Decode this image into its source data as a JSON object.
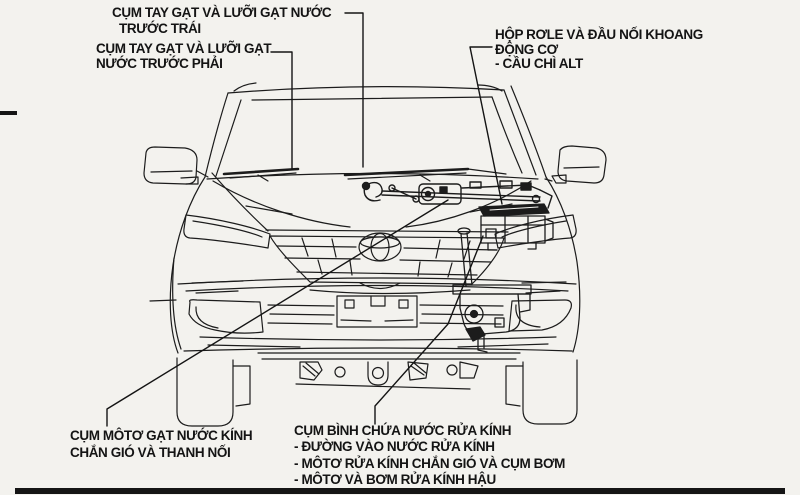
{
  "page": {
    "background_color": "#f3f2ee",
    "ink_color": "#1c1c1c"
  },
  "diagram": {
    "subject": "front-view-vehicle-wiper-washer-components",
    "emblem_icon": "toyota-emblem"
  },
  "labels": {
    "front_left_wiper": {
      "lines": [
        "CỤM TAY GẠT VÀ LƯỠI GẠT NƯỚC",
        "TRƯỚC TRÁI"
      ]
    },
    "front_right_wiper": {
      "lines": [
        "CỤM TAY GẠT VÀ LƯỠI GẠT",
        "NƯỚC TRƯỚC PHẢI"
      ]
    },
    "relay_box": {
      "lines": [
        "HỘP RƠLE VÀ ĐẦU NỐI KHOANG",
        "ĐỘNG CƠ",
        "- CẦU CHÌ ALT"
      ]
    },
    "wiper_motor": {
      "lines": [
        "CỤM MÔTƠ GẠT NƯỚC KÍNH",
        "CHẮN GIÓ VÀ THANH NỐI"
      ]
    },
    "washer_reservoir": {
      "lines": [
        "CỤM BÌNH CHỨA NƯỚC RỬA KÍNH",
        "- ĐƯỜNG VÀO NƯỚC RỬA KÍNH",
        "- MÔTƠ RỬA KÍNH CHẮN GIÓ VÀ CỤM BƠM",
        "- MÔTƠ VÀ BƠM RỬA KÍNH HẬU"
      ]
    }
  }
}
